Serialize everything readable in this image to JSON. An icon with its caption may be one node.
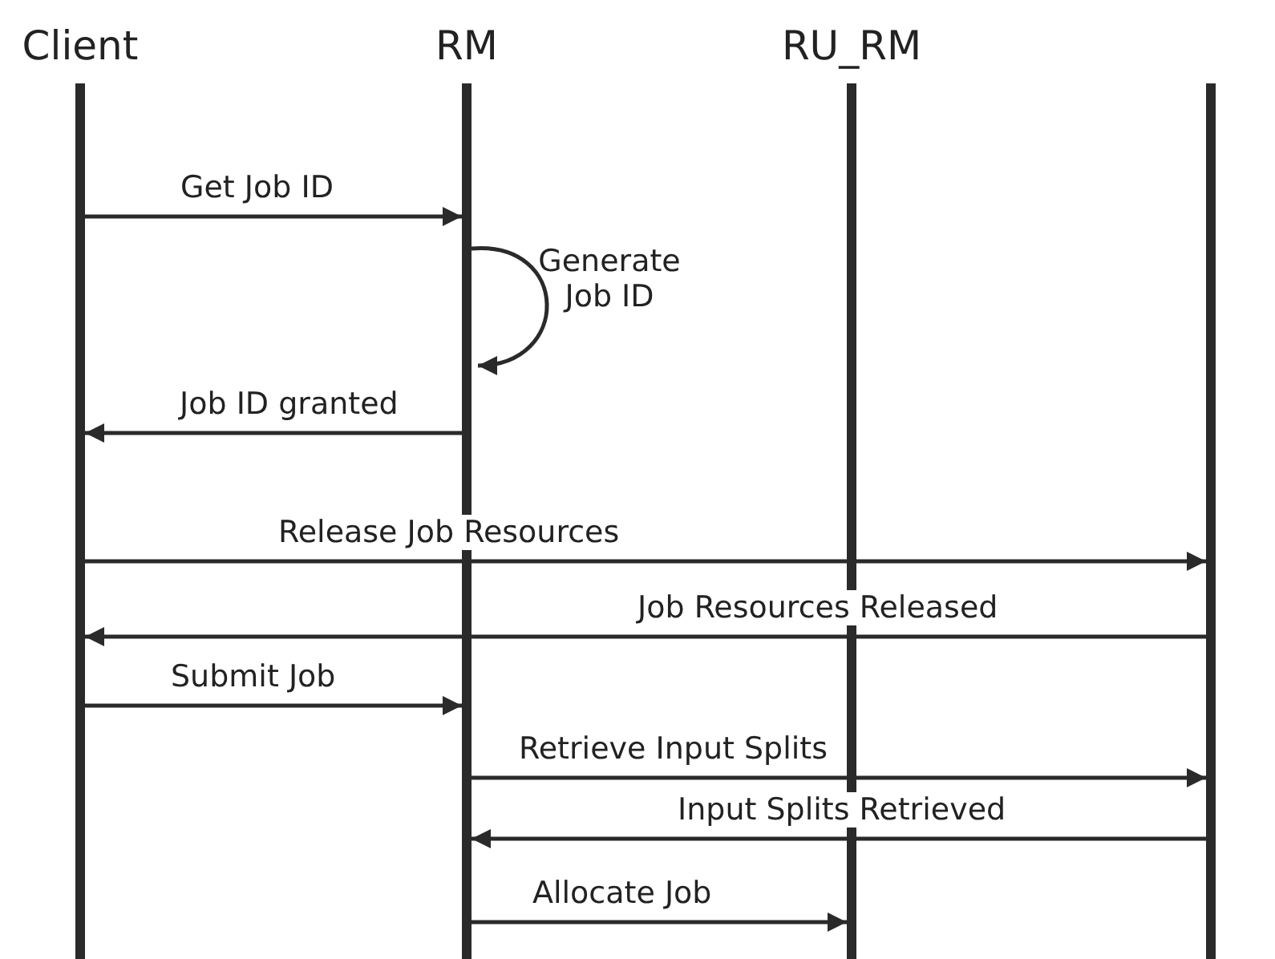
{
  "diagram": {
    "nodes": [
      {
        "text": [
          "Client"
        ]
      },
      {
        "text": [
          "RM"
        ]
      },
      {
        "text": [
          "RU_RM"
        ]
      },
      {
        "text": [],
        "shape": "bar"
      }
    ],
    "edges": [
      {
        "from": 0,
        "to": 1,
        "arrow": "to",
        "label": "Get Job ID"
      },
      {
        "from": 1,
        "to": 1,
        "arrow": "to",
        "label": "Generate Job ID"
      },
      {
        "from": 1,
        "to": 0,
        "arrow": "to",
        "label": "Job ID granted"
      },
      {
        "from": 0,
        "to": 3,
        "arrow": "to",
        "label": "Release Job Resources"
      },
      {
        "from": 3,
        "to": 0,
        "arrow": "to",
        "label": "Job Resources Released"
      },
      {
        "from": 0,
        "to": 1,
        "arrow": "to",
        "label": "Submit Job"
      },
      {
        "from": 1,
        "to": 3,
        "arrow": "to",
        "label": "Retrieve Input Splits"
      },
      {
        "from": 3,
        "to": 1,
        "arrow": "to",
        "label": "Input Splits Retrieved"
      },
      {
        "from": 1,
        "to": 2,
        "arrow": "to",
        "label": "Allocate Job"
      }
    ]
  }
}
